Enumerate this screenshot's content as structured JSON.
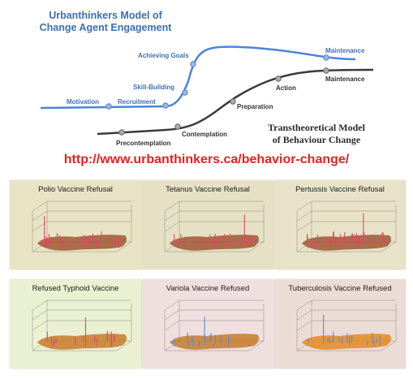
{
  "urbanthinkers": {
    "title_line1": "Urbanthinkers Model of",
    "title_line2": "Change Agent Engagement",
    "stages": [
      "Motivation",
      "Recruitment",
      "Skill-Building",
      "Achieving Goals",
      "Maintenance"
    ]
  },
  "transtheoretical": {
    "title_line1": "Transtheoretical Model",
    "title_line2": "of Behaviour Change",
    "stages": [
      "Precontemplation",
      "Contemplation",
      "Preparation",
      "Action",
      "Maintenance"
    ]
  },
  "url": "http://www.urbanthinkers.ca/behavior-change/",
  "colors": {
    "urbanthinkers_curve": "#4a86d8",
    "transtheoretical_curve": "#3a3a3a",
    "stage_node": "#9aa0a6",
    "url_text": "#e5231f"
  },
  "panels": [
    {
      "title": "Polio Vaccine Refusal",
      "spike_color": "#e0486a",
      "map_color": "#9a5a30",
      "bg": "#e9e3c6"
    },
    {
      "title": "Tetanus Vaccine Refusal",
      "spike_color": "#e0486a",
      "map_color": "#9a5a30",
      "bg": "#e6e1c5"
    },
    {
      "title": "Pertussis Vaccine Refusal",
      "spike_color": "#e0486a",
      "map_color": "#9a5a30",
      "bg": "#e8e3c8"
    },
    {
      "title": "Refused Typhoid Vaccine",
      "spike_color": "#e0486a",
      "map_color": "#c77a2a",
      "bg": "#eaf0d2"
    },
    {
      "title": "Variola Vaccine Refused",
      "spike_color": "#5b8ad6",
      "map_color": "#c77a2a",
      "bg": "#efe0df"
    },
    {
      "title": "Tuberculosis Vaccine Refused",
      "spike_color": "#5b8ad6",
      "map_color": "#e58a1e",
      "bg": "#ecdcd6"
    }
  ]
}
